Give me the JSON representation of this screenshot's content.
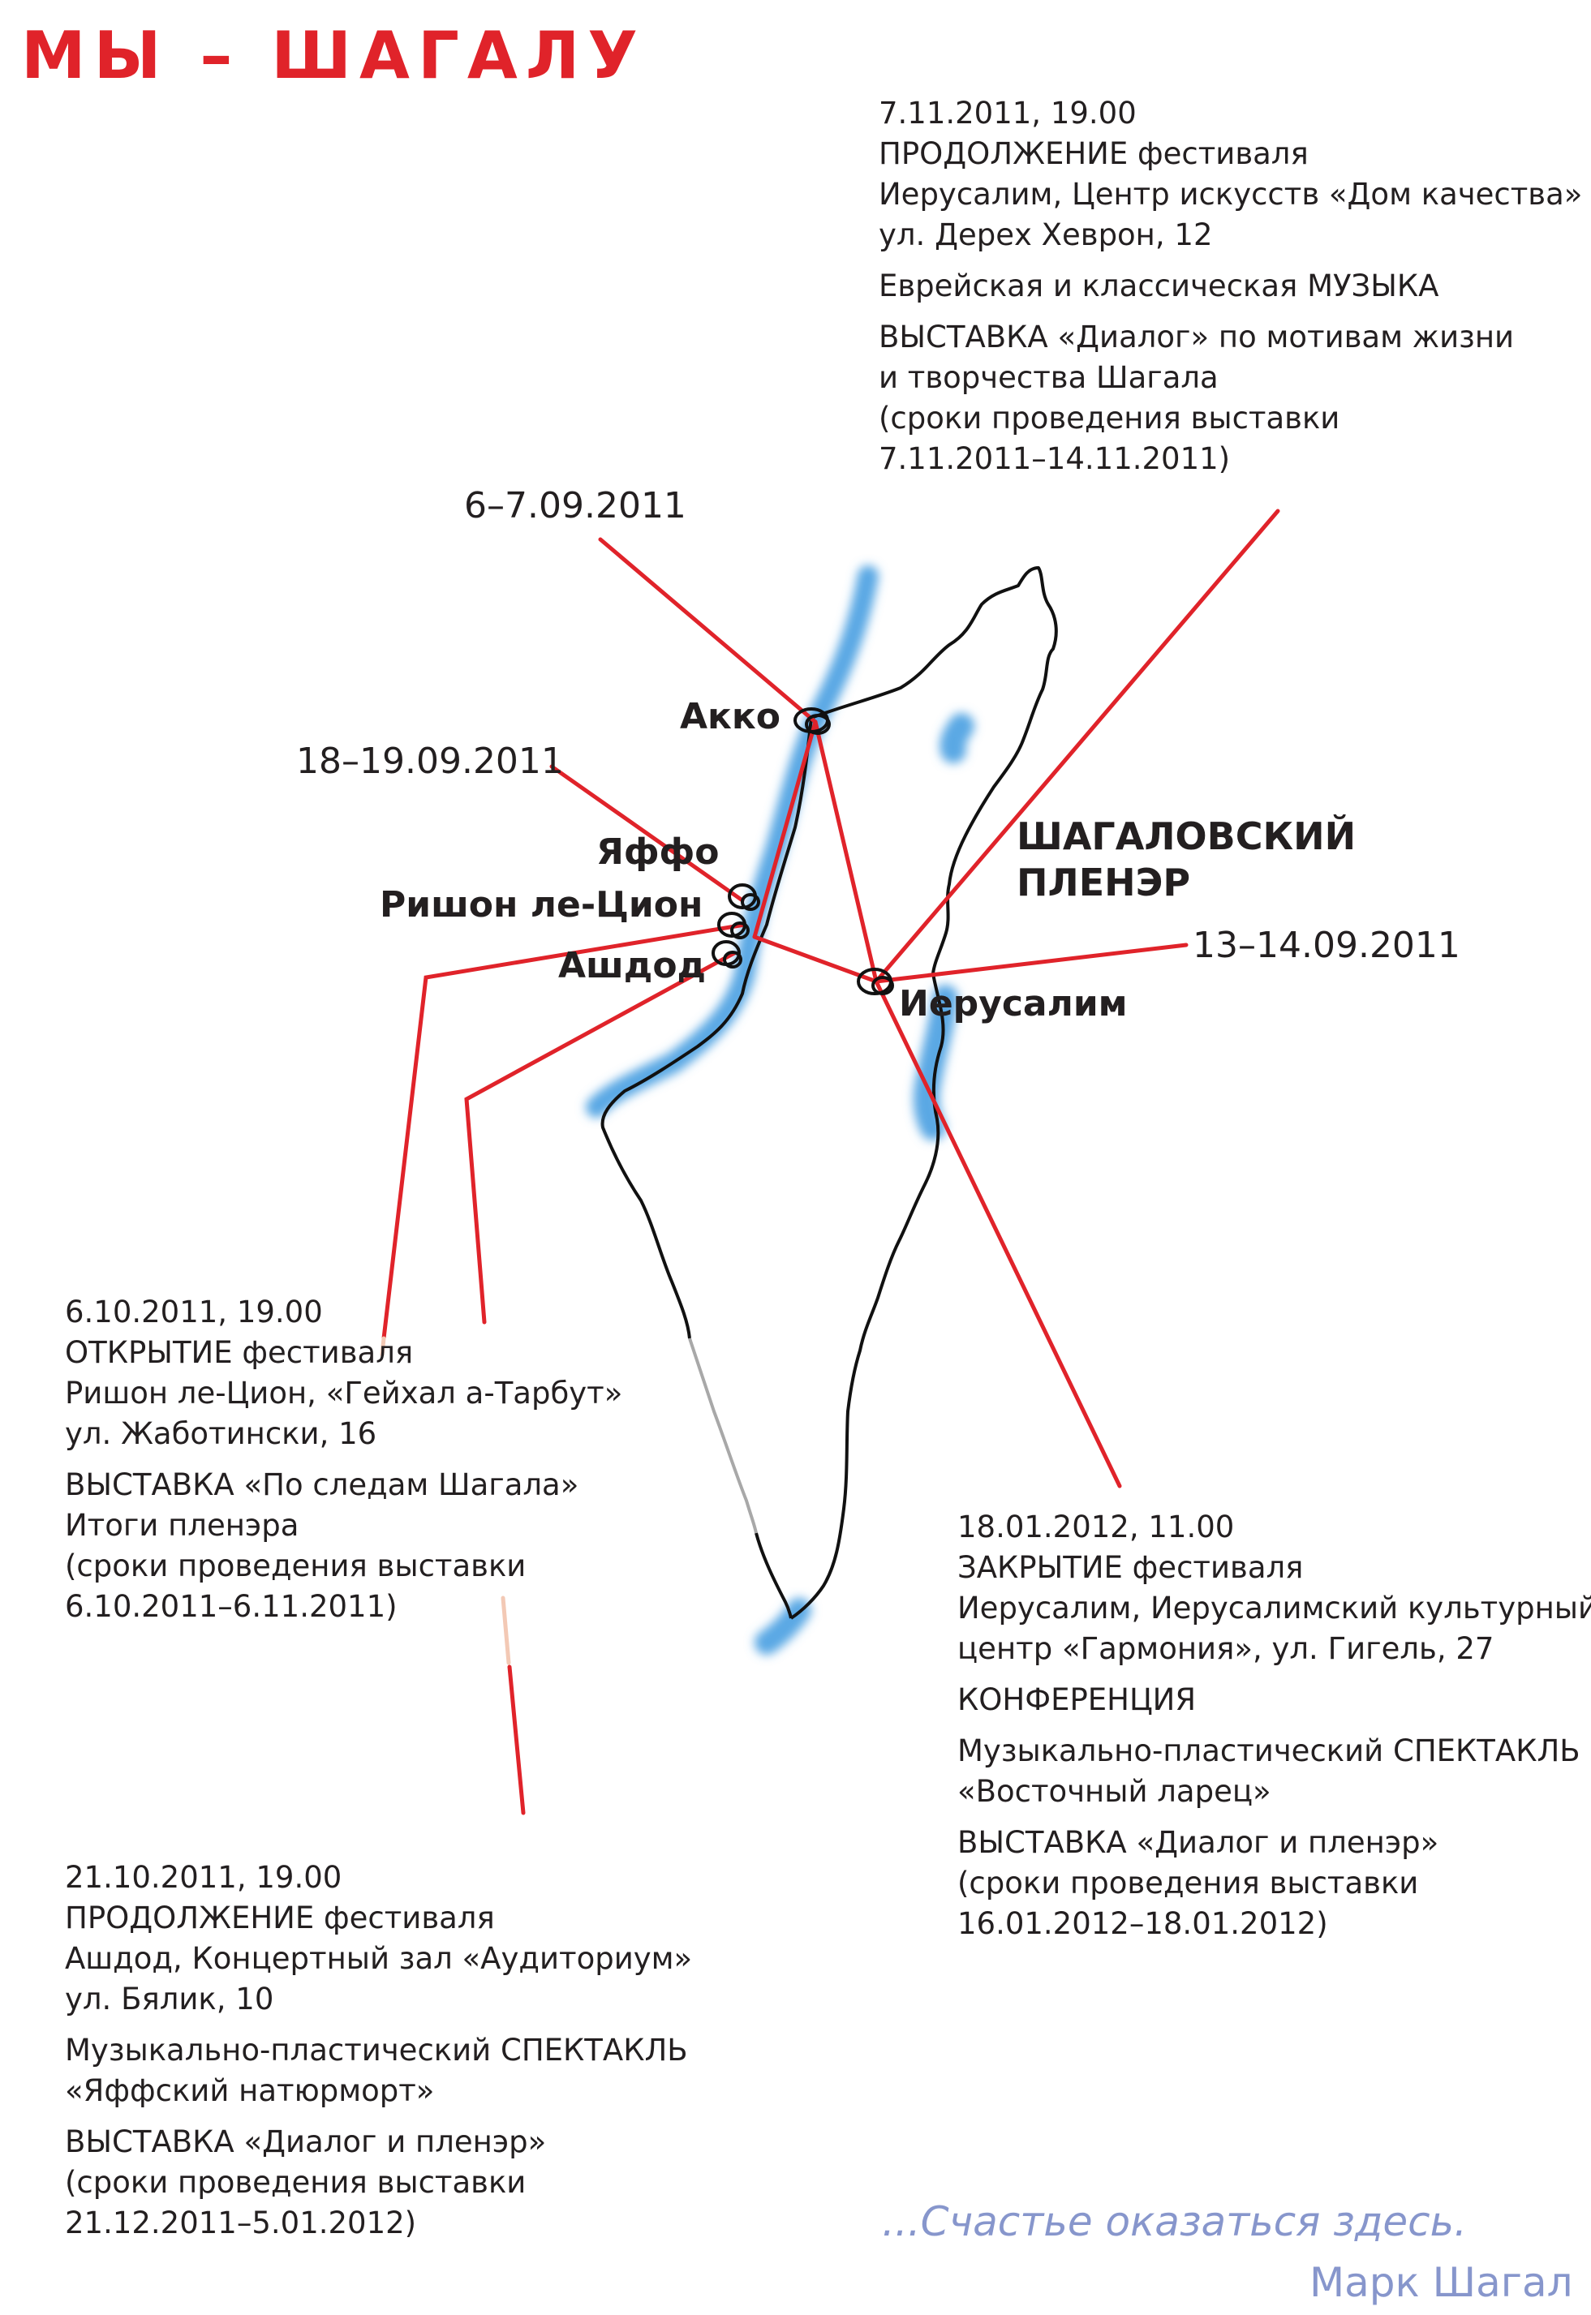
{
  "title": "МЫ – ШАГАЛУ",
  "colors": {
    "route_red": "#e0232a",
    "water_blue": "#5aa8e4",
    "border_black": "#111111",
    "quote_blue": "#8796cc",
    "fade_pink": "#f3c9b5"
  },
  "map": {
    "cities": [
      "Акко",
      "Яффо",
      "Ришон ле-Цион",
      "Ашдод",
      "Иерусалим"
    ],
    "plener": [
      "ШАГАЛОВСКИЙ",
      "ПЛЕНЭР"
    ]
  },
  "date_labels": {
    "d1": "6–7.09.2011",
    "d2": "18–19.09.2011",
    "d3": "13–14.09.2011"
  },
  "events": {
    "jerusalem_nov": {
      "head": [
        "7.11.2011, 19.00",
        "ПРОДОЛЖЕНИЕ фестиваля",
        "Иерусалим, Центр искусств «Дом качества»",
        "ул. Дерех Хеврон, 12"
      ],
      "music": "Еврейская и классическая МУЗЫКА",
      "exhibition": [
        "ВЫСТАВКА «Диалог» по мотивам жизни",
        "и творчества Шагала",
        "(сроки проведения выставки",
        "7.11.2011–14.11.2011)"
      ]
    },
    "rishon_oct": {
      "head": [
        "6.10.2011, 19.00",
        "ОТКРЫТИЕ фестиваля",
        "Ришон ле-Цион, «Гейхал а-Тарбут»",
        "ул. Жаботински, 16"
      ],
      "exhibition": [
        "ВЫСТАВКА «По следам Шагала»",
        "Итоги пленэра",
        "(сроки проведения выставки",
        "6.10.2011–6.11.2011)"
      ]
    },
    "jerusalem_jan": {
      "head": [
        "18.01.2012, 11.00",
        "ЗАКРЫТИЕ фестиваля",
        "Иерусалим, Иерусалимский культурный",
        "центр «Гармония», ул. Гигель, 27"
      ],
      "conference": "КОНФЕРЕНЦИЯ",
      "spectacle": [
        "Музыкально-пластический СПЕКТАКЛЬ",
        "«Восточный ларец»"
      ],
      "exhibition": [
        "ВЫСТАВКА «Диалог и пленэр»",
        "(сроки проведения выставки",
        "16.01.2012–18.01.2012)"
      ]
    },
    "ashdod_oct": {
      "head": [
        "21.10.2011, 19.00",
        "ПРОДОЛЖЕНИЕ фестиваля",
        "Ашдод, Концертный зал «Аудиториум»",
        "ул. Бялик, 10"
      ],
      "spectacle": [
        "Музыкально-пластический СПЕКТАКЛЬ",
        "«Яффский натюрморт»"
      ],
      "exhibition": [
        "ВЫСТАВКА «Диалог и пленэр»",
        "(сроки проведения выставки",
        "21.12.2011–5.01.2012)"
      ]
    }
  },
  "quote": {
    "text": "...Счастье оказаться здесь.",
    "author": "Марк Шагал"
  }
}
